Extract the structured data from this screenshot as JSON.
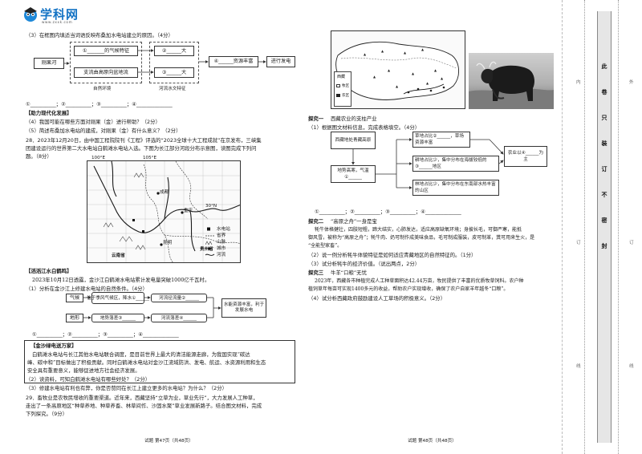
{
  "logo": {
    "brand": "学科网",
    "url": "www.zxxk.com"
  },
  "left": {
    "q3": "（3）在框图内填适当词语反映布桑加水电站建立的原因。（4分）",
    "fc1": {
      "start": "刚果河",
      "b1": "①_______的气候特征",
      "b2": "支流由高原向盆地流",
      "b3": "②______大",
      "b4": "③______大",
      "b5": "④______资源丰富",
      "end": "进行发电",
      "cap1": "自然环境",
      "cap2": "河流水文特征"
    },
    "ans1": "①__________；②__________；③__________；④______________",
    "help_title": "【助力现代化发展】",
    "q4": "（4）我国可能在哪些方面对刚果（金）进行帮助？（2分）",
    "q5": "（5）简述布桑加水电站的建成，对刚果（金）有什么意义？（2分）",
    "q28_1": "28．2023年12月20日，由中国工程院院刊《工程》评选的“2023全球十大工程成就”在京发布，三峡集",
    "q28_2": "团建设运行的世界第二大水电站白鹤滩水电站入选。下图为长江部分河段分布示意图，读图完成下列问",
    "q28_3": "题。（8分）",
    "map": {
      "lon1": "100°E",
      "lon2": "105°E",
      "lat": "30°N",
      "city1": "成都",
      "city2": "重庆",
      "city3": "昆明",
      "prov": "贵州省",
      "region": "云南省",
      "legend": [
        "水电站",
        "省界",
        "山脉",
        "城市",
        "河流"
      ]
    },
    "sec2": "【滔滔江水白鹤鸣】",
    "p2": "2023年10月12日透露，金沙江白鹤滩水电站累计发电量突破1000亿千瓦时。",
    "q1": "（1）分析在金沙江上修建水电站的自然条件。（4分）",
    "fc2": {
      "c1": "气候",
      "c2": "地形",
      "b1": "位于季风气候区，降水①______",
      "b2": "河流径流量②______",
      "b3": "地势落差③______",
      "b4": "河流落差④______",
      "res": "水能资源丰富，利于发展水电"
    },
    "ans2": "①__________；②__________；③__________；④______________",
    "sec3": "【金沙绿电送万家】",
    "p3_1": "白鹤滩水电站与长江其他水电站联合调度，是目前世界上最大的清洁能源走廊，为我国实现“碳达",
    "p3_2": "峰、碳中和”目标做出了积极贡献。同时白鹤滩水电站对金沙江流域防洪、发电、航运、水资源利用和生态",
    "p3_3": "安全具有重要意义，能够促进地方社会经济发展。",
    "q2": "（2）读资料，可知白鹤滩水电站有哪些好处？（2分）",
    "q3b": "（3）修建水电站有利也有弊，你是否赞同在长江上建立更多的水电站？为什么？（2分）",
    "q29_1": "29．畜牧业是农牧民增收的重要渠道。近年来，西藏坚持“立草为业，草业先行”，大力发展人工种草，",
    "q29_2": "走出了一条高原地区“种草养地、种草养畜、林草间作、沙固水聚”草业发展新路子。结合图文材料，完成",
    "q29_3": "下列探究。（9分）",
    "footer": "试题  第47页（共48页）"
  },
  "right": {
    "tibet_legend": [
      "西藏",
      "牧区",
      "农区"
    ],
    "e1_title": "探究一",
    "e1_text": "西藏农业的支柱产业",
    "e1_q": "（1）根据图文材料信息，完成表格填空。（4分）",
    "fc3": {
      "top": "西藏地处青藏高原",
      "terrain": "地势高寒，气温①______",
      "b1": "草地占比②______，草场资源丰富",
      "b2": "耕地占比少，集中分布在海拔较低的③______地区",
      "b3": "林地占比少，集中分布在东南部水热丰富的山区",
      "res": "农业以④______为主"
    },
    "ans3": "①__________；②__________；③__________；④______________",
    "e2_title": "探究二",
    "e2_text": "“高原之舟”一身是宝",
    "e2_p1": "牦牛体格健壮，四肢短粗，蹄大结实，心肺发达，适应高原缺氧环境；身披长毛，可御严寒，能抵",
    "e2_p2": "御风雪，被称为“高原之舟”；牦牛肉、奶可制作成美味食品，毛可制成服装，皮可制革，粪可用来生火，是",
    "e2_p3": "“全能型家畜”。",
    "e2_q2": "（2）说一例分析牦牛体貌特征是如何适应青藏地区的自然特征的。（1分）",
    "e2_q3": "（3）试分析牦牛的经济价值。（说出两点，2分）",
    "e3_title": "探究三",
    "e3_text": "牛羊“口粮”无忧",
    "e3_p1": "2023年，西藏各市种植完成人工种草面积达42.44万亩，牧民提供了丰富的优质牧草饲料。农户种",
    "e3_p2": "植饲草年每亩可实现1400多元的收益，帮助农户实现增收，确保了农户自家羊年越冬“口粮”。",
    "e3_q4": "（4）试分析西藏政府鼓励建设人工草场的积极意义。（2分）",
    "footer": "试题  第48页（共48页）"
  },
  "binding": {
    "warn": [
      "此",
      "卷",
      "只",
      "装",
      "订",
      "不",
      "密",
      "封"
    ],
    "gutter": [
      "内",
      "订",
      "线",
      "外",
      "订",
      "线"
    ]
  }
}
